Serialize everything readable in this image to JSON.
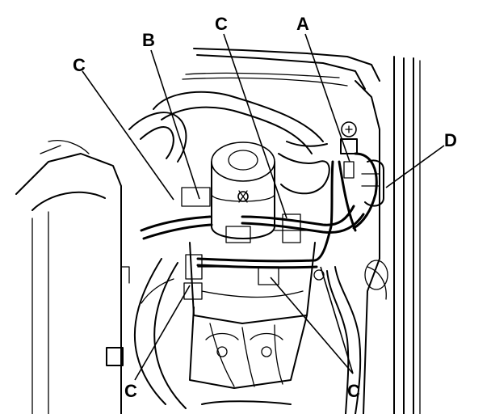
{
  "callouts": {
    "a": "A",
    "b": "B",
    "c_top_left": "C",
    "c_top_center": "C",
    "d": "D",
    "c_bottom_left": "C",
    "c_bottom_right": "C"
  }
}
